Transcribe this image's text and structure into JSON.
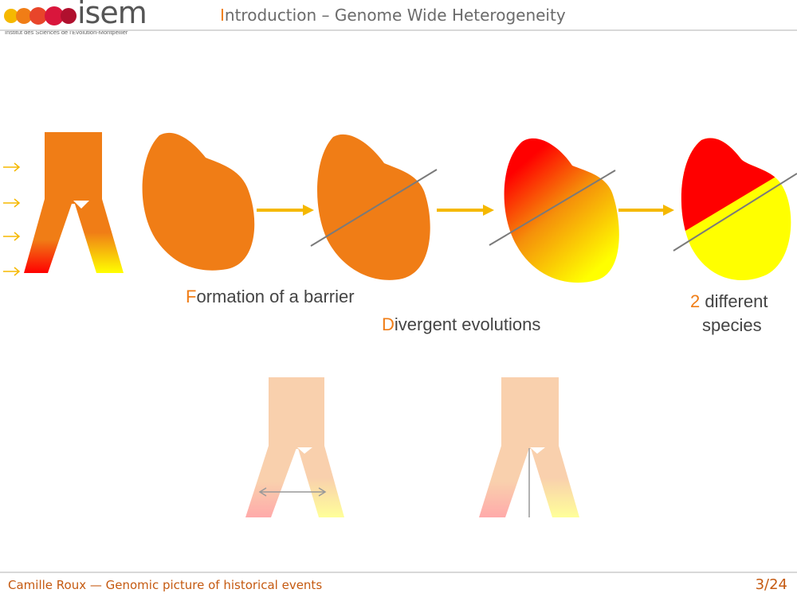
{
  "header": {
    "logo_text": "isem",
    "logo_subtitle": "Institut des Sciences de l'Evolution-Montpellier",
    "title_first_letter": "I",
    "title_rest": "ntroduction – Genome Wide Heterogeneity"
  },
  "figure": {
    "step1": {
      "first_letter": "F",
      "rest": "ormation of a barrier"
    },
    "step2": {
      "first_letter": "D",
      "rest": "ivergent evolutions"
    },
    "step3": {
      "number": "2",
      "line1_rest": " different",
      "line2": "species"
    }
  },
  "footer": {
    "author_and_title": "Camille Roux — Genomic picture of historical events",
    "page_number": "3",
    "page_total": "/24"
  },
  "colors": {
    "accent": "#f07d16",
    "red": "#ff0000",
    "yellow": "#ffff00",
    "arrow": "#f5b800",
    "footer": "#c55a11"
  }
}
